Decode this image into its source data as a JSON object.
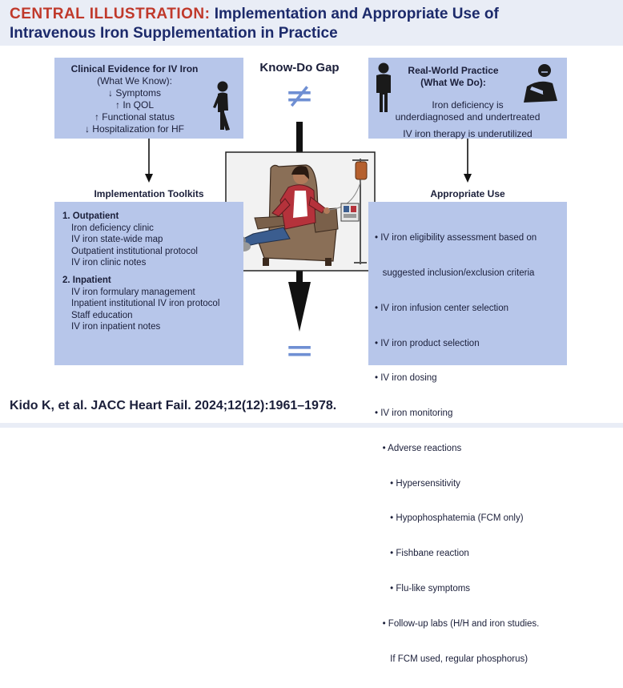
{
  "header": {
    "label": "CENTRAL ILLUSTRATION:",
    "title_line1": "Implementation and Appropriate Use of",
    "title_line2": "Intravenous Iron Supplementation in Practice"
  },
  "evidence": {
    "title": "Clinical Evidence for IV Iron",
    "subtitle": "(What We Know):",
    "items": [
      "↓ Symptoms",
      "↑ In QOL",
      "↑ Functional status",
      "↓ Hospitalization for HF"
    ]
  },
  "gap": {
    "label": "Know-Do Gap",
    "neq_symbol": "≠",
    "eq_symbol": "="
  },
  "practice": {
    "title": "Real-World Practice",
    "subtitle": "(What We Do):",
    "line1": "Iron deficiency is",
    "line2": "underdiagnosed and undertreated",
    "line3": "IV iron therapy is underutilized"
  },
  "toolkits": {
    "heading": "Implementation Toolkits",
    "outpatient_title": "1. Outpatient",
    "outpatient_items": [
      "Iron deficiency clinic",
      "IV iron state-wide map",
      "Outpatient institutional protocol",
      "IV iron clinic notes"
    ],
    "inpatient_title": "2. Inpatient",
    "inpatient_items": [
      "IV iron formulary management",
      "Inpatient institutional IV iron protocol",
      "Staff education",
      "IV iron inpatient notes"
    ]
  },
  "appropriate": {
    "heading": "Appropriate Use",
    "lines": [
      "• IV iron eligibility assessment based on",
      "   suggested inclusion/exclusion criteria",
      "• IV iron infusion center selection",
      "• IV iron product selection",
      "• IV iron dosing",
      "• IV iron monitoring",
      "   • Adverse reactions",
      "      • Hypersensitivity",
      "      • Hypophosphatemia (FCM only)",
      "      • Fishbane reaction",
      "      • Flu-like symptoms",
      "   • Follow-up labs (H/H and iron studies.",
      "      If FCM used, regular phosphorus)"
    ]
  },
  "citation": "Kido K, et al. JACC Heart Fail. 2024;12(12):1961–1978.",
  "colors": {
    "box": "#b7c6ea",
    "header_bg": "#e9edf6",
    "label_red": "#c0392b",
    "navy": "#1c2a6b",
    "symbol_blue": "#6f8fd3"
  }
}
